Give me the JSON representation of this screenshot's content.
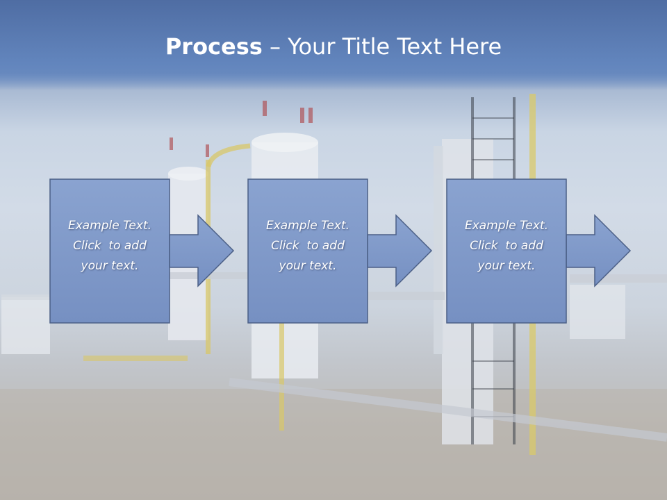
{
  "slide": {
    "title_bold": "Process",
    "title_rest": " – Your Title Text Here"
  },
  "steps": [
    {
      "line1": "Example Text.",
      "line2": "Click  to add",
      "line3": "your text."
    },
    {
      "line1": "Example Text.",
      "line2": "Click  to add",
      "line3": "your text."
    },
    {
      "line1": "Example Text.",
      "line2": "Click  to add",
      "line3": "your text."
    }
  ],
  "colors": {
    "box_fill": "#7d97c7",
    "box_stroke": "#4b5f86",
    "title_band": "#5b7db5"
  }
}
